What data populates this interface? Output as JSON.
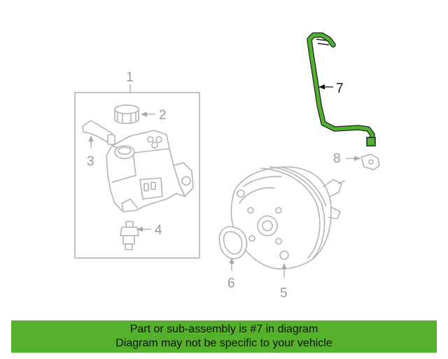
{
  "diagram": {
    "callouts": [
      "1",
      "2",
      "3",
      "4",
      "5",
      "6",
      "7",
      "8"
    ],
    "highlighted_part": "7",
    "highlight_color": "#4fb12d",
    "line_color": "#b4b4b4"
  },
  "banner": {
    "line1": "Part or sub-assembly is #7 in diagram",
    "line2": "Diagram may not be specific to your vehicle",
    "background": "#55b02c"
  }
}
